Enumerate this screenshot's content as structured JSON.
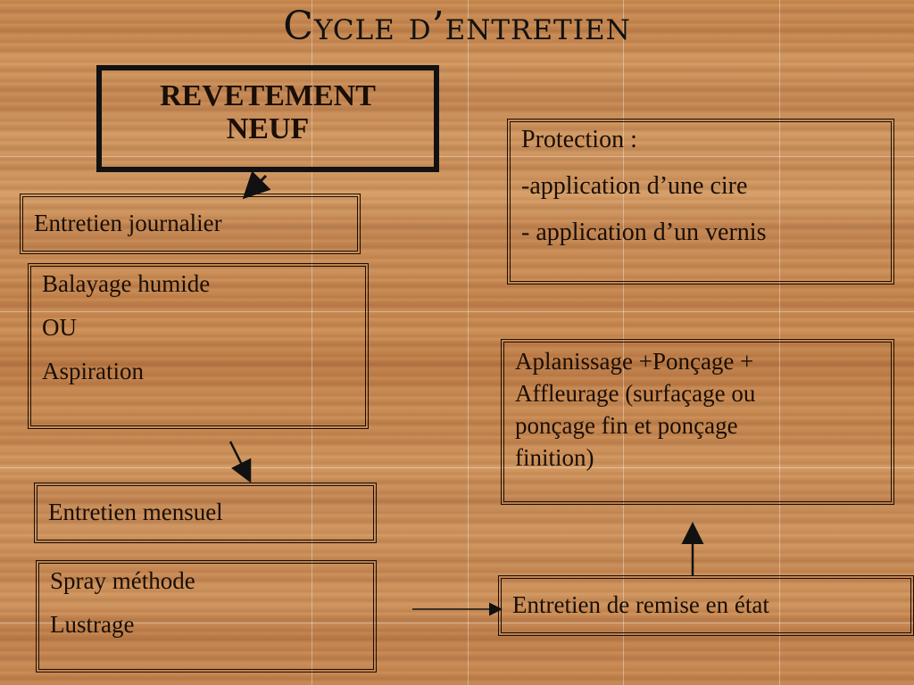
{
  "title": "Cycle d’entretien",
  "revetement": {
    "line1": "REVETEMENT",
    "line2": "NEUF"
  },
  "entretien_journalier": "Entretien journalier",
  "balayage": {
    "line1": "Balayage humide",
    "line2": "OU",
    "line3": "Aspiration"
  },
  "entretien_mensuel": "Entretien mensuel",
  "spray": {
    "line1": "Spray méthode",
    "line2": "Lustrage"
  },
  "protection": {
    "heading": "Protection :",
    "item1": "-application d’une cire",
    "item2": "- application d’un vernis"
  },
  "aplanissage": {
    "line1": "Aplanissage +Ponçage +",
    "line2": "Affleurage (surfaçage ou",
    "line3": "ponçage fin et ponçage",
    "line4": "finition)"
  },
  "entretien_remise": "Entretien de remise en état"
}
